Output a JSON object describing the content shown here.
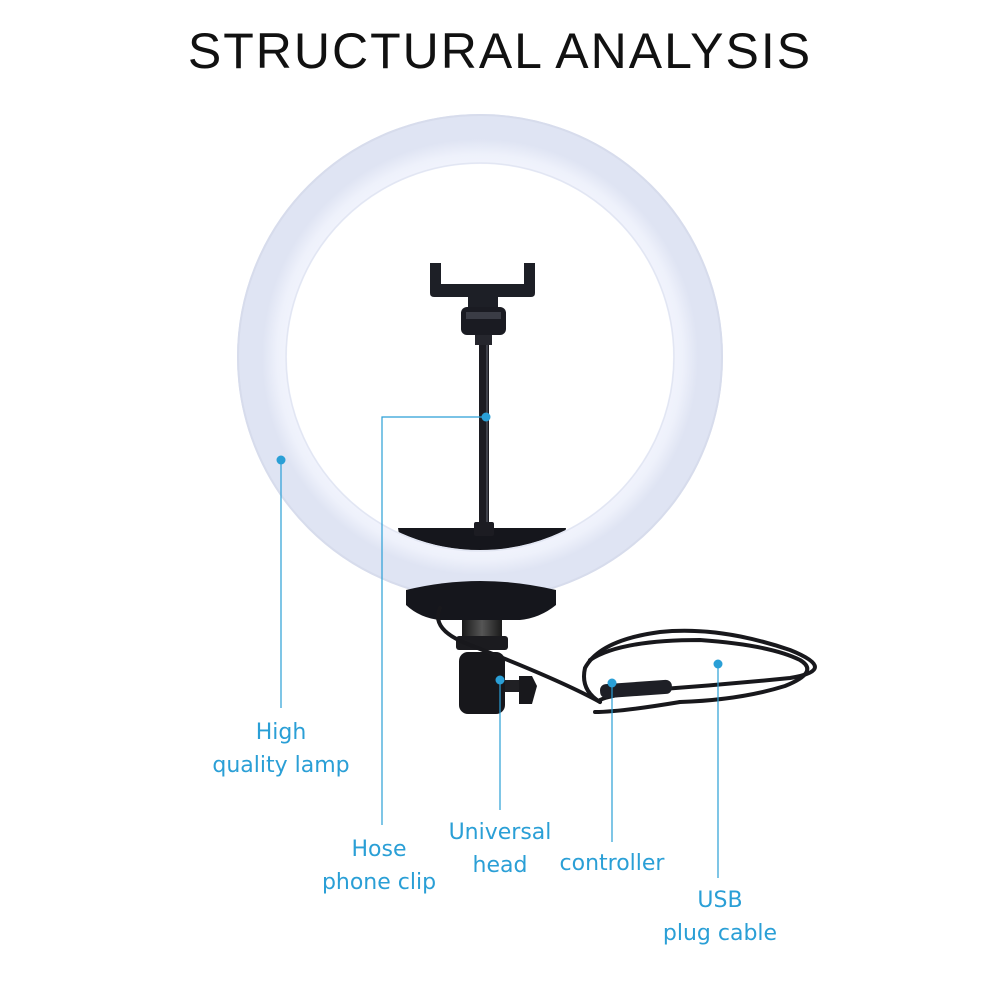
{
  "title": "STRUCTURAL ANALYSIS",
  "accent_color": "#2a9fd6",
  "callouts": {
    "lamp": {
      "line1": "High",
      "line2": "quality lamp"
    },
    "hose": {
      "line1": "Hose",
      "line2": "phone clip"
    },
    "head": {
      "line1": "Universal",
      "line2": "head"
    },
    "controller": {
      "line1": "controller"
    },
    "usb": {
      "line1": "USB",
      "line2": "plug cable"
    }
  }
}
